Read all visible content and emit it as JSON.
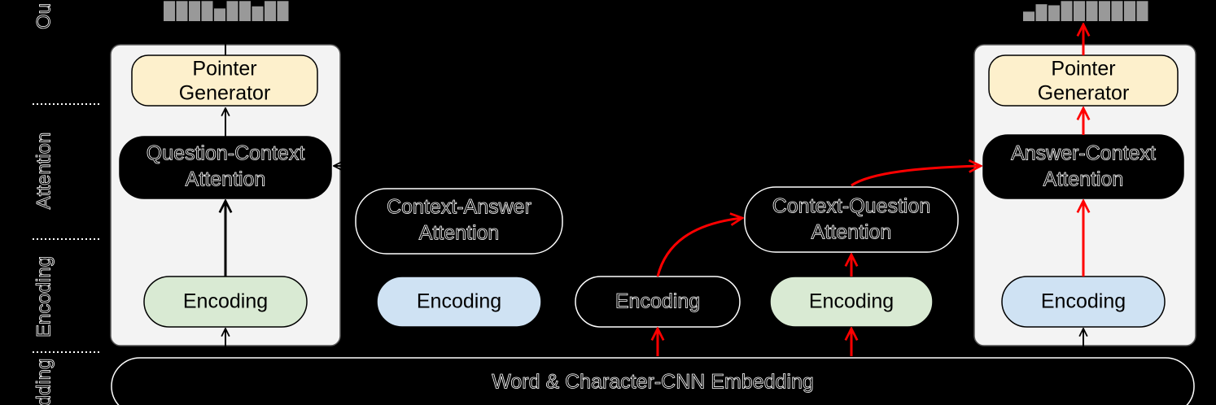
{
  "colors": {
    "background": "#000000",
    "panel_fill": "#f3f3f3",
    "panel_stroke": "#555555",
    "pointer_fill": "#fdf0cc",
    "green_fill": "#d9ead3",
    "blue_fill": "#cfe2f3",
    "highlight_arrow": "#ff0000",
    "normal_arrow": "#000000",
    "bar_fill": "#999999"
  },
  "side_labels": {
    "output": "Ou",
    "attention": "Attention",
    "encoding": "Encoding",
    "embedding": "dding"
  },
  "left_branch": {
    "pointer_line1": "Pointer",
    "pointer_line2": "Generator",
    "attention_line1": "Question-Context",
    "attention_line2": "Attention",
    "encoding": "Encoding"
  },
  "middle": {
    "ca_line1": "Context-Answer",
    "ca_line2": "Attention",
    "answer_encoding": "Encoding",
    "context_encoding": "Encoding",
    "cq_line1": "Context-Question",
    "cq_line2": "Attention",
    "question_encoding": "Encoding"
  },
  "right_branch": {
    "pointer_line1": "Pointer",
    "pointer_line2": "Generator",
    "attention_line1": "Answer-Context",
    "attention_line2": "Attention",
    "encoding": "Encoding"
  },
  "embedding": {
    "label": "Word & Character-CNN Embedding"
  },
  "output_distributions": {
    "left": [
      0.95,
      0.95,
      0.95,
      0.95,
      0.6,
      0.95,
      0.95,
      0.7,
      0.95,
      0.95
    ],
    "right": [
      0.45,
      0.8,
      0.75,
      0.95,
      0.95,
      0.95,
      0.95,
      0.95,
      0.95,
      0.95
    ]
  }
}
